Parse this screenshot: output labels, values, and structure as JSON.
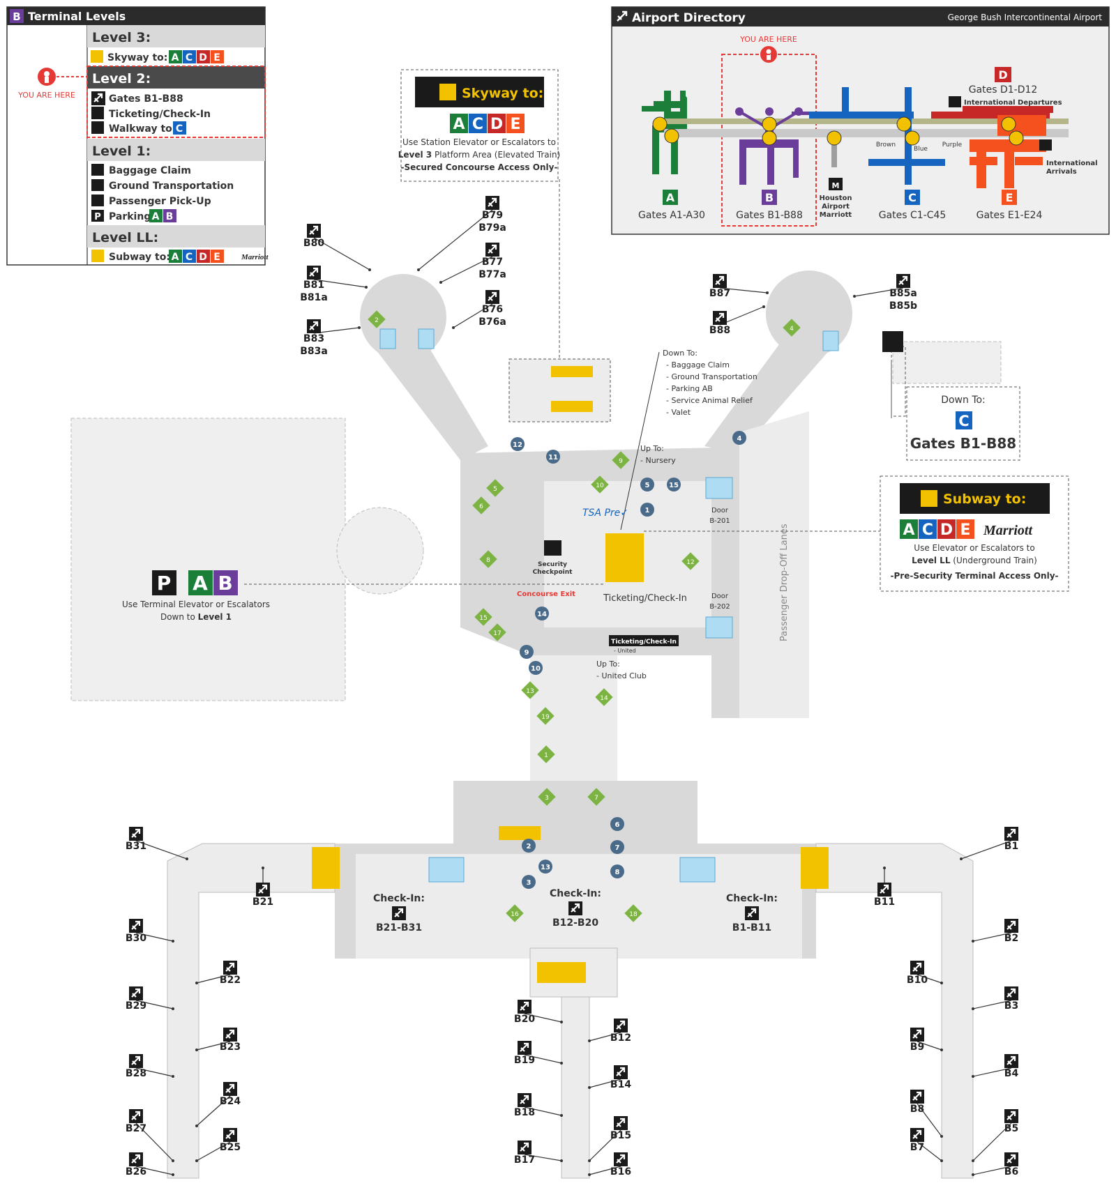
{
  "terminal_levels": {
    "badge": "B",
    "title": "Terminal Levels",
    "you_are_here": "YOU ARE HERE",
    "levels": [
      {
        "name": "Level 3:",
        "items": [
          {
            "icon": "train-icon",
            "text": "Skyway to:",
            "badges": [
              "A",
              "C",
              "D",
              "E"
            ]
          }
        ]
      },
      {
        "name": "Level 2:",
        "highlight": true,
        "items": [
          {
            "icon": "plane-icon",
            "text": "Gates B1-B88"
          },
          {
            "icon": "ticket-icon",
            "text": "Ticketing/Check-In"
          },
          {
            "icon": "walk-icon",
            "text": "Walkway to:",
            "badges": [
              "C"
            ]
          }
        ]
      },
      {
        "name": "Level 1:",
        "items": [
          {
            "icon": "baggage-icon",
            "text": "Baggage Claim"
          },
          {
            "icon": "bus-icon",
            "text": "Ground Transportation"
          },
          {
            "icon": "pickup-icon",
            "text": "Passenger Pick-Up"
          },
          {
            "icon": "parking-icon",
            "text": "Parking",
            "badges": [
              "A",
              "B"
            ]
          }
        ]
      },
      {
        "name": "Level LL:",
        "items": [
          {
            "icon": "subway-icon",
            "text": "Subway to:",
            "badges": [
              "A",
              "C",
              "D",
              "E"
            ],
            "extra": "Marriott"
          }
        ]
      }
    ]
  },
  "directory": {
    "title": "Airport Directory",
    "airport": "George Bush Intercontinental Airport",
    "you_are_here": "YOU ARE HERE",
    "terminals": [
      {
        "letter": "A",
        "label": "Gates A1-A30",
        "color": "#1b7f3a"
      },
      {
        "letter": "B",
        "label": "Gates B1-B88",
        "color": "#6a3d9a"
      },
      {
        "letter": "C",
        "label": "Gates C1-C45",
        "color": "#1565c0"
      },
      {
        "letter": "D",
        "label": "Gates D1-D12",
        "color": "#c62828"
      },
      {
        "letter": "E",
        "label": "Gates E1-E24",
        "color": "#f4511e"
      }
    ],
    "hotel": "Houston Airport Marriott",
    "intl_departures": "International Departures",
    "intl_arrivals": "International Arrivals",
    "walkway_labels": [
      "Brown",
      "Blue",
      "Purple"
    ]
  },
  "colors": {
    "A": "#1b7f3a",
    "B": "#6a3d9a",
    "C": "#1565c0",
    "D": "#c62828",
    "E": "#f4511e",
    "P": "#1a1a1a",
    "dark": "#2b2b2b",
    "sign": "#1a1a1a",
    "yellow": "#f2c100",
    "red": "#e53935",
    "floor": "#d9d9d9",
    "floor_light": "#ececec"
  },
  "skyway_sign": {
    "title": "Skyway to:",
    "letters": [
      "A",
      "C",
      "D",
      "E"
    ],
    "line1": "Use Station Elevator or Escalators to",
    "line2_bold": "Level 3",
    "line2_rest": " Platform Area (Elevated Train)",
    "line3": "-Secured Concourse Access Only-"
  },
  "subway_sign": {
    "title": "Subway to:",
    "letters": [
      "A",
      "C",
      "D",
      "E"
    ],
    "extra": "Marriott",
    "line1": "Use Elevator or Escalators to",
    "line2_bold": "Level LL",
    "line2_rest": " (Underground Train)",
    "line3": "-Pre-Security Terminal Access Only-"
  },
  "parking_sign": {
    "letters": [
      "P",
      "A",
      "B"
    ],
    "line1": "Use Terminal Elevator or Escalators",
    "line2_pre": "Down to ",
    "line2_bold": "Level 1"
  },
  "down_to_c": {
    "title": "Down To:",
    "letter": "C",
    "label": "Gates B1-B88"
  },
  "down_to_list": {
    "title": "Down To:",
    "items": [
      "- Baggage Claim",
      "- Ground Transportation",
      "- Parking AB",
      "- Service Animal Relief",
      "- Valet"
    ]
  },
  "up_to_nursery": {
    "title": "Up To:",
    "item": "- Nursery"
  },
  "up_to_club": {
    "title": "Up To:",
    "item": "- United Club"
  },
  "labels": {
    "tsa": "TSA Pre✓",
    "security": "Security Checkpoint",
    "concourse_exit": "Concourse Exit",
    "ticketing": "Ticketing/Check-In",
    "ticketing_united": "Ticketing/Check-In",
    "united": "- United",
    "door_201": "Door B-201",
    "door_202": "Door B-202",
    "drop_off": "Passenger Drop-Off Lanes",
    "checkin_left": "Check-In:",
    "checkin_left_gates": "B21-B31",
    "checkin_mid": "Check-In:",
    "checkin_mid_gates": "B12-B20",
    "checkin_right": "Check-In:",
    "checkin_right_gates": "B1-B11"
  },
  "gates": [
    {
      "id": "B80"
    },
    {
      "id": "B79",
      "sub": "B79a"
    },
    {
      "id": "B77",
      "sub": "B77a"
    },
    {
      "id": "B76",
      "sub": "B76a"
    },
    {
      "id": "B81",
      "sub": "B81a"
    },
    {
      "id": "B83",
      "sub": "B83a"
    },
    {
      "id": "B87"
    },
    {
      "id": "B88"
    },
    {
      "id": "B85a",
      "sub": "B85b"
    },
    {
      "id": "B31"
    },
    {
      "id": "B21"
    },
    {
      "id": "B30"
    },
    {
      "id": "B22"
    },
    {
      "id": "B29"
    },
    {
      "id": "B23"
    },
    {
      "id": "B28"
    },
    {
      "id": "B24"
    },
    {
      "id": "B27"
    },
    {
      "id": "B25"
    },
    {
      "id": "B26"
    },
    {
      "id": "B20"
    },
    {
      "id": "B12"
    },
    {
      "id": "B19"
    },
    {
      "id": "B14"
    },
    {
      "id": "B18"
    },
    {
      "id": "B15"
    },
    {
      "id": "B17"
    },
    {
      "id": "B16"
    },
    {
      "id": "B1"
    },
    {
      "id": "B11"
    },
    {
      "id": "B2"
    },
    {
      "id": "B10"
    },
    {
      "id": "B3"
    },
    {
      "id": "B9"
    },
    {
      "id": "B4"
    },
    {
      "id": "B8"
    },
    {
      "id": "B5"
    },
    {
      "id": "B7"
    },
    {
      "id": "B6"
    }
  ],
  "dining_markers": [
    "2",
    "4",
    "5",
    "6",
    "8",
    "9",
    "10",
    "12",
    "13",
    "14",
    "15",
    "17",
    "19",
    "1",
    "3",
    "7",
    "16",
    "18"
  ],
  "info_markers": [
    "1",
    "2",
    "3",
    "4",
    "5",
    "6",
    "7",
    "8",
    "9",
    "10",
    "11",
    "12",
    "13",
    "14",
    "15"
  ]
}
